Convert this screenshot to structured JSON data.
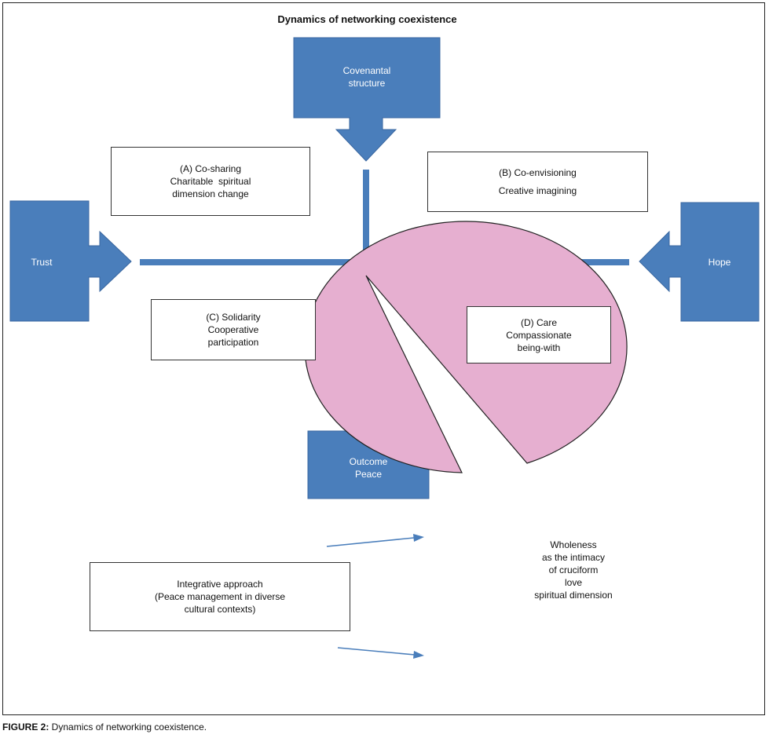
{
  "title": "Dynamics of networking coexistence",
  "top_arrow": {
    "lines": [
      "Covenantal",
      "structure"
    ]
  },
  "left_arrow": {
    "label": "Trust"
  },
  "right_arrow": {
    "label": "Hope"
  },
  "bottom_arrow": {
    "lines": [
      "Outcome",
      "Peace"
    ]
  },
  "quadrants": {
    "a": [
      "(A) Co-sharing",
      "Charitable  spiritual",
      "dimension change"
    ],
    "b": [
      "(B) Co-envisioning",
      "Creative imagining"
    ],
    "c": [
      "(C) Solidarity",
      "Cooperative",
      "participation"
    ],
    "d": [
      "(D) Care",
      "Compassionate",
      "being-with"
    ]
  },
  "bubble": [
    "Wholeness",
    "as the intimacy",
    "of cruciform",
    "love",
    "spiritual dimension"
  ],
  "integrative": [
    "Integrative approach",
    "(Peace management in diverse",
    "cultural contexts)"
  ],
  "caption": {
    "label": "FIGURE 2:",
    "text": " Dynamics of networking coexistence."
  },
  "colors": {
    "arrow_fill": "#4a7ebb",
    "arrow_stroke": "#3a67a0",
    "bubble_fill": "#e6afd0",
    "bubble_stroke": "#222222"
  }
}
